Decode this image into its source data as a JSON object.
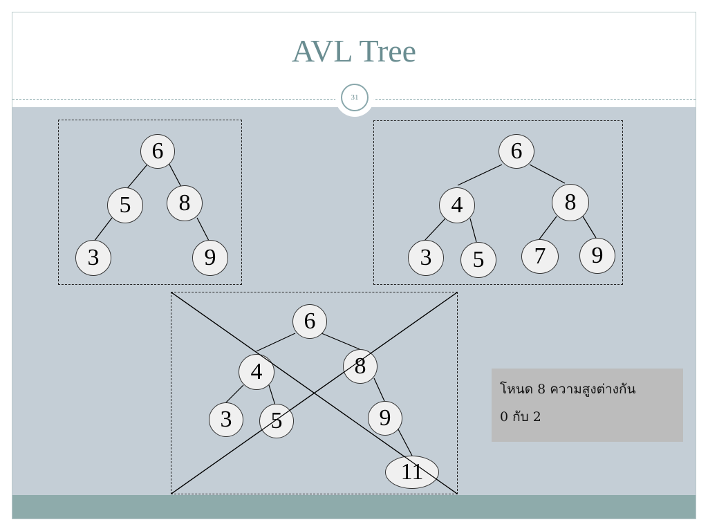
{
  "title": "AVL Tree",
  "slide_number": "31",
  "trees": [
    {
      "id": "tree-1",
      "nodes": [
        "6",
        "5",
        "8",
        "3",
        "9"
      ]
    },
    {
      "id": "tree-2",
      "nodes": [
        "6",
        "4",
        "8",
        "3",
        "5",
        "7",
        "9"
      ]
    },
    {
      "id": "tree-3",
      "nodes": [
        "6",
        "4",
        "8",
        "3",
        "5",
        "9",
        "11"
      ],
      "crossed_out": true
    }
  ],
  "note": {
    "line1": "โหนด 8 ความสูงต่างกัน",
    "line2": "0  กับ 2"
  },
  "colors": {
    "title": "#6a8d91",
    "content_bg": "#c4ced6",
    "footer": "#8eabab",
    "note_bg": "#bcbcbc",
    "node_fill": "#f0f0f0"
  }
}
